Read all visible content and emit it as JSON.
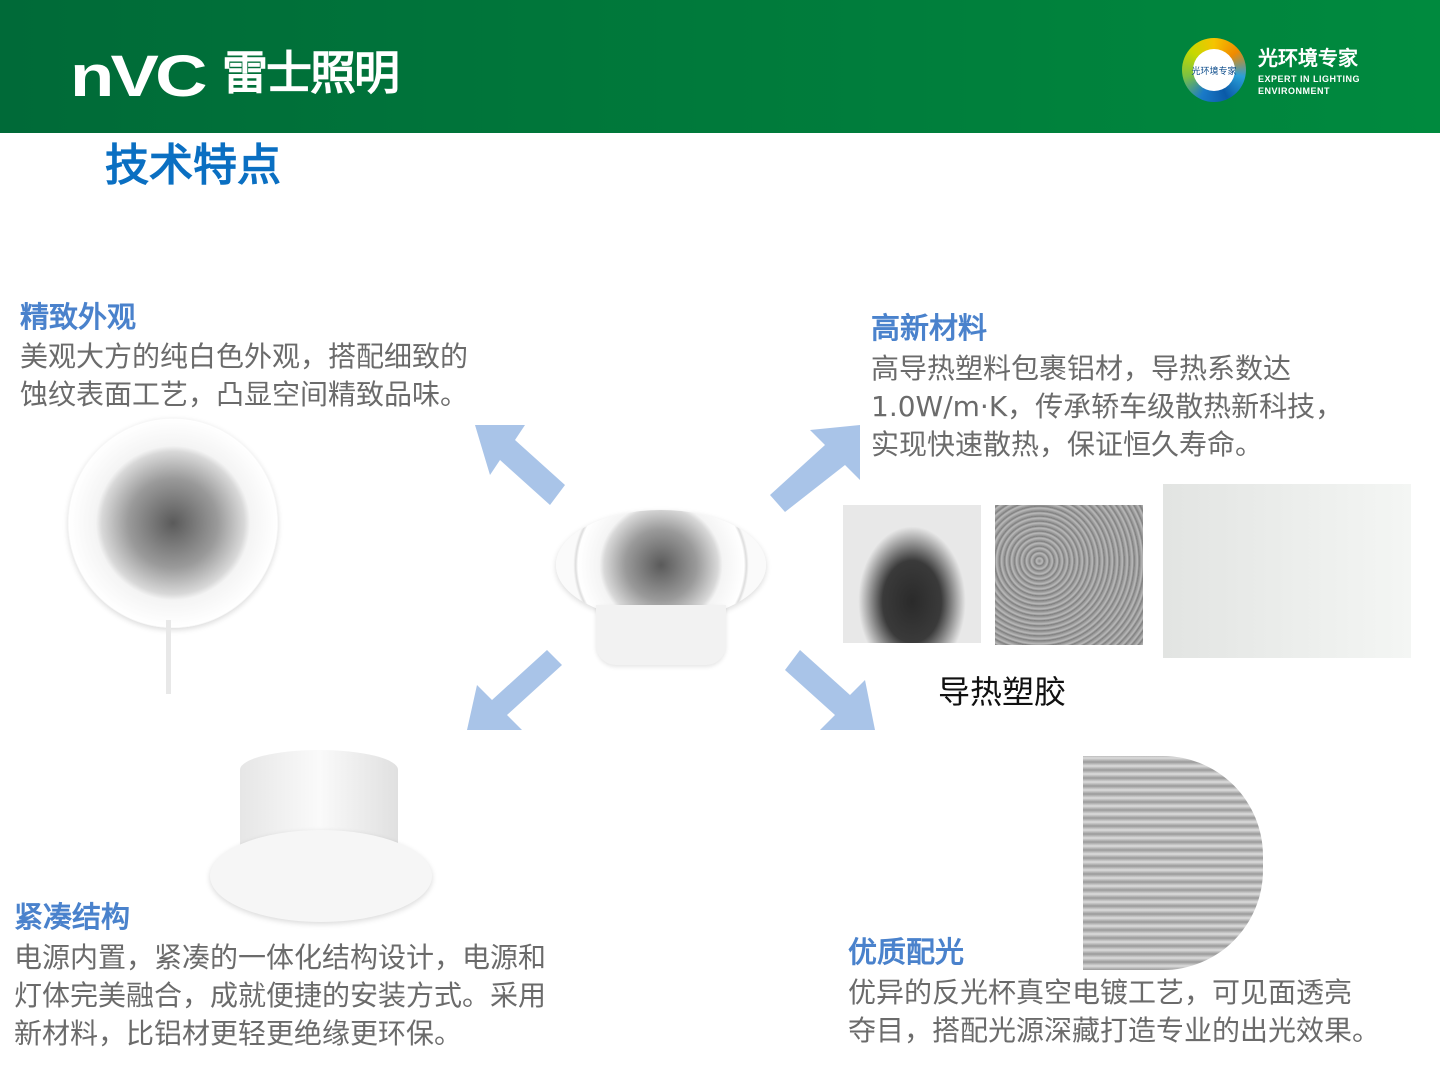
{
  "header": {
    "brand_logo": "nVC",
    "brand_name": "雷士照明",
    "badge_inner": "光环境专家",
    "badge_title": "光环境专家",
    "badge_sub1": "EXPERT IN LIGHTING",
    "badge_sub2": "ENVIRONMENT"
  },
  "page_title": "技术特点",
  "features": [
    {
      "title": "精致外观",
      "text": "美观大方的纯白色外观，搭配细致的\n蚀纹表面工艺，凸显空间精致品味。"
    },
    {
      "title": "高新材料",
      "text": "高导热塑料包裹铝材，导热系数达\n1.0W/m·K，传承轿车级散热新科技，\n实现快速散热，保证恒久寿命。"
    },
    {
      "title": "紧凑结构",
      "text": "电源内置，紧凑的一体化结构设计，电源和\n灯体完美融合，成就便捷的安装方式。采用\n新材料，比铝材更轻更绝缘更环保。"
    },
    {
      "title": "优质配光",
      "text": "优异的反光杯真空电镀工艺，可见面透亮\n夺目，搭配光源深藏打造专业的出光效果。"
    }
  ],
  "material_caption": "导热塑胶",
  "colors": {
    "header_start": "#006a38",
    "header_end": "#008a3e",
    "title": "#0a6fc2",
    "heading": "#4a82cc",
    "arrow": "#a9c4e8"
  }
}
